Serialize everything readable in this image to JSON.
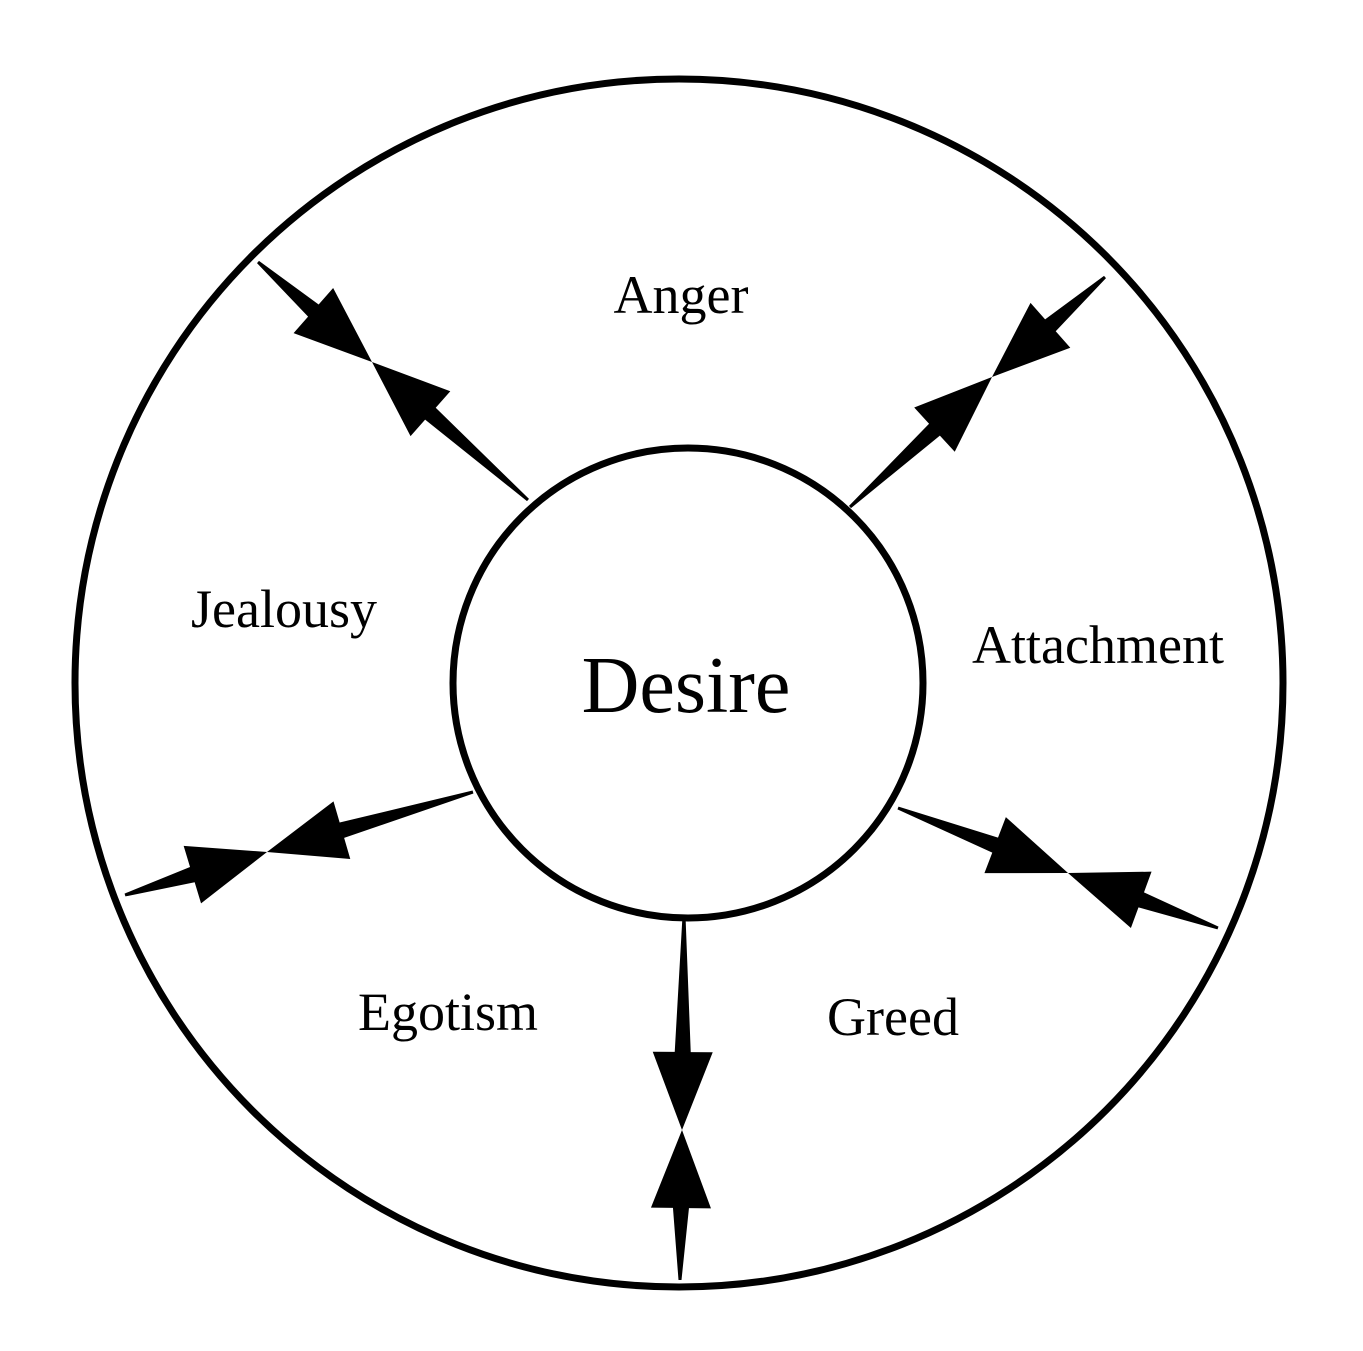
{
  "diagram": {
    "center": {
      "label": "Desire"
    },
    "segments": [
      {
        "label": "Anger"
      },
      {
        "label": "Attachment"
      },
      {
        "label": "Greed"
      },
      {
        "label": "Egotism"
      },
      {
        "label": "Jealousy"
      }
    ],
    "arrow_style": "double-headed, meeting point",
    "colors": {
      "stroke": "#000000",
      "background": "#ffffff"
    }
  }
}
